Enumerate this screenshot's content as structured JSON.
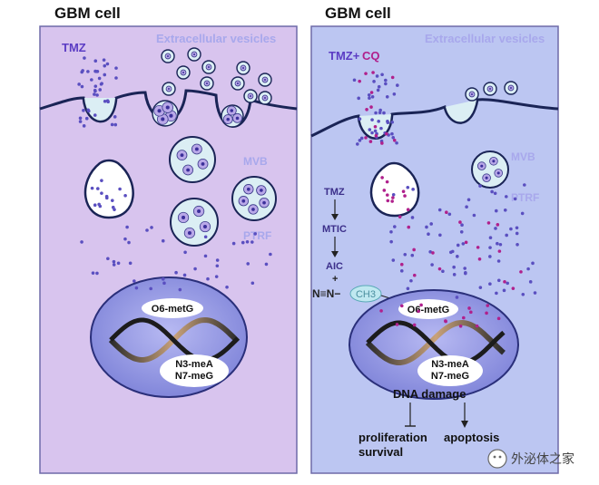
{
  "left_panel": {
    "title": "GBM cell",
    "drug": "TMZ",
    "extracellular": "Extracellular vesicles",
    "mvb": "MVB",
    "ptrf": "PTRF",
    "o6": "O6-metG",
    "n3": "N3-meA",
    "n7": "N7-meG"
  },
  "right_panel": {
    "title": "GBM cell",
    "drug_a": "TMZ+",
    "drug_b": "CQ",
    "extracellular": "Extracellular vesicles",
    "mvb": "MVB",
    "ptrf": "PTRF",
    "pathway": [
      "TMZ",
      "MTIC",
      "AIC",
      "+"
    ],
    "diazo": "N≡N−",
    "ch3": "CH3",
    "o6": "O6-metG",
    "n3": "N3-meA",
    "n7": "N7-meG",
    "dna_damage": "DNA damage",
    "proliferation": "proliferation",
    "survival": "survival",
    "apoptosis": "apoptosis"
  },
  "watermark": "外泌体之家",
  "colors": {
    "left_bg": "#d8c4ee",
    "right_bg": "#bcc6f2",
    "membrane": "#1a2456",
    "vesicle": "#dbeef4",
    "vesicle_inner": "#b9a8e8",
    "dot": "#5a4fc0",
    "dot_magenta": "#b0208c",
    "nucleus": "#8a8ee0",
    "label_purple": "#5b3cc4",
    "label_light": "#a8a8ec"
  }
}
